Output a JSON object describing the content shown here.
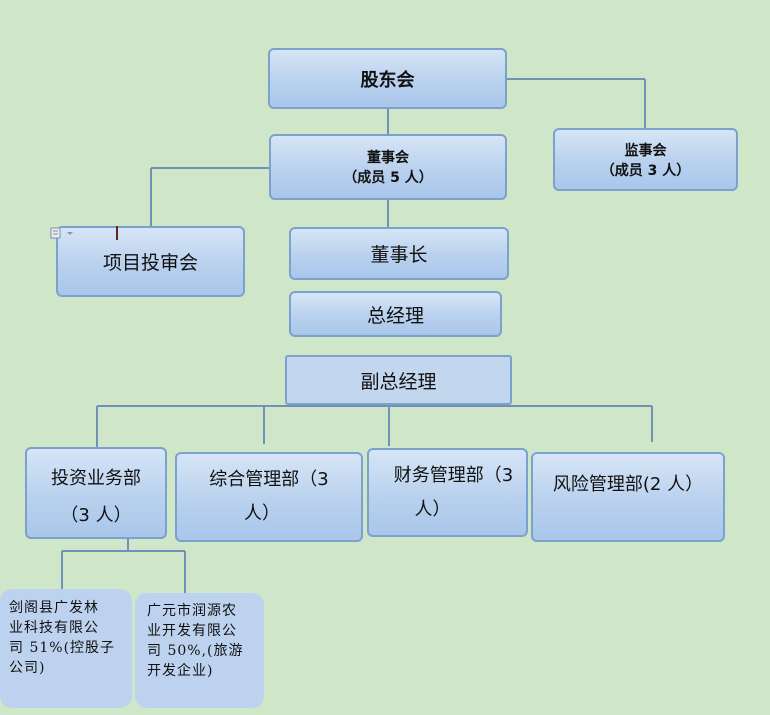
{
  "nodes": {
    "shareholders": "股东会",
    "board_title": "董事会",
    "board_sub": "（成员 5 人）",
    "supervisors_title": "监事会",
    "supervisors_sub": "（成员 3 人）",
    "project_committee": "项目投审会",
    "chairman": "董事长",
    "general_manager": "总经理",
    "deputy_gm": "副总经理",
    "investment_dept_l1": "投资业务部",
    "investment_dept_l2": "（3 人）",
    "general_dept_l1": "综合管理部（3",
    "general_dept_l2": "人）",
    "finance_dept_l1": "财务管理部（3",
    "finance_dept_l2": "人）",
    "risk_dept": "风险管理部(2 人）",
    "sub_jiange_l1": "剑阁县广发林",
    "sub_jiange_l2": "业科技有限公",
    "sub_jiange_l3": "司 51%(控股子",
    "sub_jiange_l4": "公司)",
    "sub_guangyuan_l1": "广元市润源农",
    "sub_guangyuan_l2": "业开发有限公",
    "sub_guangyuan_l3": "司 50%,(旅游",
    "sub_guangyuan_l4": "开发企业)"
  },
  "colors": {
    "background": "#cfe6c9",
    "box_fill": "#b9d1ee",
    "box_border": "#7aa2cc",
    "connector": "#6f93b8"
  }
}
